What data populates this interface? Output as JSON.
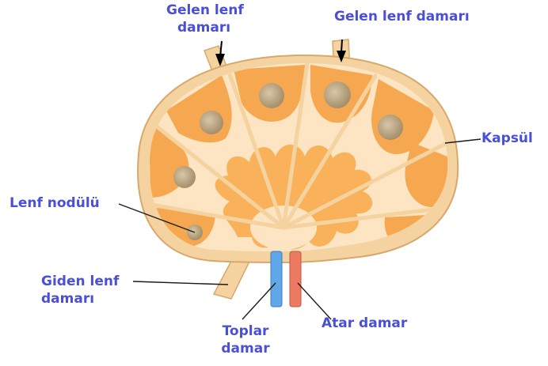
{
  "labels": {
    "afferent_left_line1": "Gelen lenf",
    "afferent_left_line2": "damarı",
    "afferent_right": "Gelen lenf damarı",
    "capsule": "Kapsül",
    "lymph_nodule": "Lenf nodülü",
    "efferent_line1": "Giden lenf",
    "efferent_line2": "damarı",
    "vein_line1": "Toplar",
    "vein_line2": "damar",
    "artery": "Atar damar"
  },
  "colors": {
    "label": "#4a4fd8",
    "capsule": "#f4d3a1",
    "capsule_edge": "#d9a869",
    "cortex": "#f5a850",
    "medulla": "#f9b25a",
    "sinus": "#fde4c2",
    "nodule": "#b7a282",
    "vein": "#5fa7e6",
    "artery": "#ec7a62"
  }
}
